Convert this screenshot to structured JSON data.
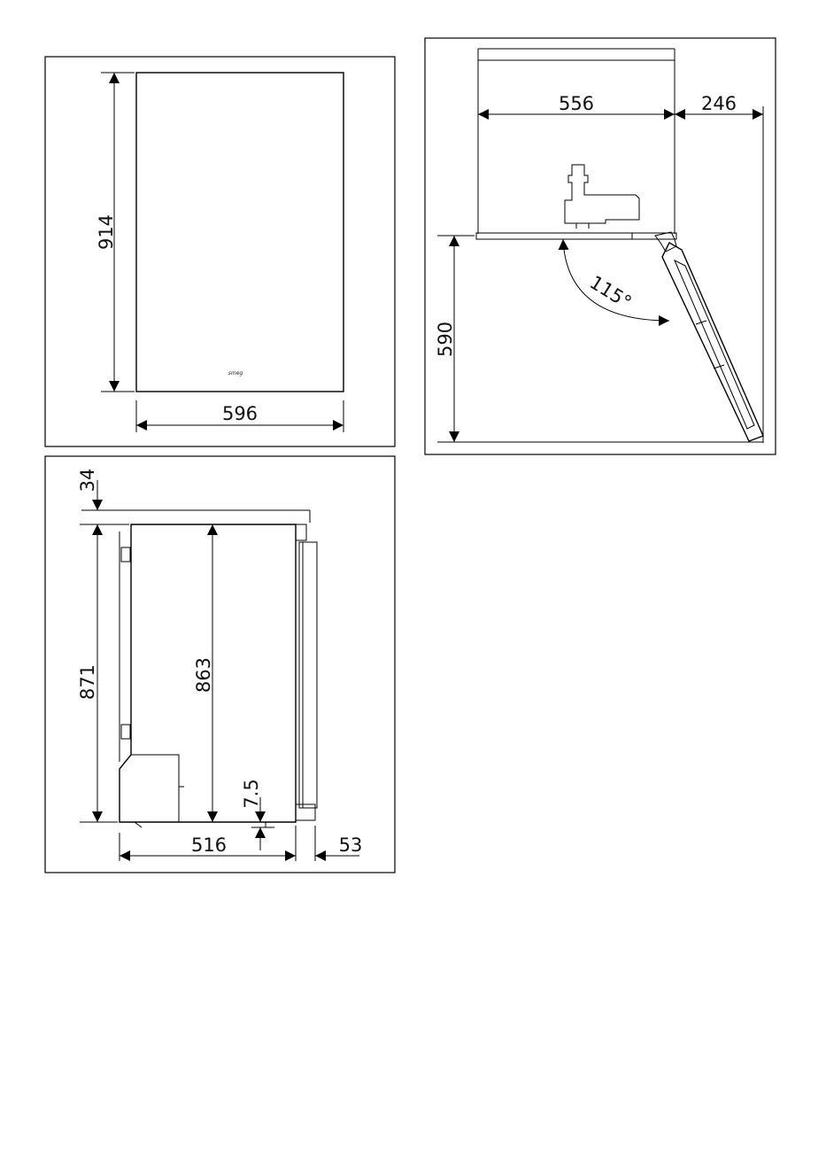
{
  "front_view": {
    "height_label": "914",
    "width_label": "596",
    "brand": "smeg"
  },
  "side_view": {
    "top_gap_label": "34",
    "total_height_label": "871",
    "body_height_label": "863",
    "foot_height_label": "7.5",
    "depth_label": "516",
    "door_depth_label": "53"
  },
  "top_view": {
    "width_label": "556",
    "door_swing_label": "246",
    "open_depth_label": "590",
    "angle_label": "115°"
  }
}
